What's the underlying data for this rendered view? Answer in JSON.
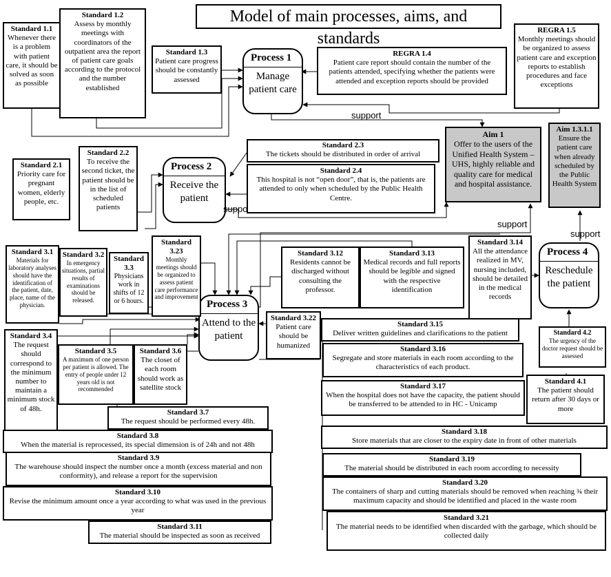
{
  "title": "Model of main processes, aims, and standards",
  "processes": {
    "p1": {
      "head": "Process 1",
      "text": "Manage patient care"
    },
    "p2": {
      "head": "Process 2",
      "text": "Receive the patient"
    },
    "p3": {
      "head": "Process 3",
      "text": "Attend to the patient"
    },
    "p4": {
      "head": "Process 4",
      "text": "Reschedule the patient"
    }
  },
  "aims": {
    "a1": {
      "head": "Aim 1",
      "text": "Offer to the users of the Unified Health System – UHS, highly reliable and quality care for medical and hospital assistance."
    },
    "a1311": {
      "head": "Aim 1.3.1.1",
      "text": "Ensure the patient care when already scheduled by the Public Health System"
    }
  },
  "labels": {
    "support1": "support",
    "support2": "support",
    "support3": "support",
    "support4": "support"
  },
  "standards": {
    "s1_1": {
      "head": "Standard 1.1",
      "text": "Whenever there is a problem with patient care, it should be solved as soon as possible"
    },
    "s1_2": {
      "head": "Standard 1.2",
      "text": "Assess by monthly meetings with coordinators of the outpatient area the report of patient care goals according to the protocol and the number established"
    },
    "s1_3": {
      "head": "Standard 1.3",
      "text": "Patient care progress should be constantly assessed"
    },
    "r1_4": {
      "head": "REGRA 1.4",
      "text": "Patient care report should contain the number of the patients attended, specifying whether the patients were attended and exception reports should be provided"
    },
    "r1_5": {
      "head": "REGRA 1.5",
      "text": "Monthly meetings should be organized to assess patient care and exception reports to establish procedures and face exceptions"
    },
    "s2_1": {
      "head": "Standard 2.1",
      "text": "Priority care for pregnant women, elderly people, etc."
    },
    "s2_2": {
      "head": "Standard 2.2",
      "text": "To receive the second ticket, the patient should be in the list of scheduled patients"
    },
    "s2_3": {
      "head": "Standard 2.3",
      "text": "The tickets should be distributed in order of arrival"
    },
    "s2_4": {
      "head": "Standard 2.4",
      "text": "This hospital is not “open door”, that is, the patients are attended to only when scheduled by the Public Health Centre."
    },
    "s3_1": {
      "head": "Standard 3.1",
      "text": "Materials for laboratory analyses should have the identification of the patient, date, place, name of the physician."
    },
    "s3_2": {
      "head": "Standard 3.2",
      "text": "In emergency situations, partial results of examinations should be released."
    },
    "s3_3": {
      "head": "Standard 3.3",
      "text": "Physicians work in shifts of 12 or 6 hours."
    },
    "s3_23": {
      "head": "Standard 3.23",
      "text": "Monthly meetings should be organized to assess patient care performance and improvement"
    },
    "s3_12": {
      "head": "Standard 3.12",
      "text": "Residents cannot be discharged without consulting the professor."
    },
    "s3_13": {
      "head": "Standard 3.13",
      "text": "Medical records and full reports should be legible and signed with the respective identification"
    },
    "s3_14": {
      "head": "Standard 3.14",
      "text": "All the attendance realized in MV, nursing included, should be detailed in the medical records"
    },
    "s3_22": {
      "head": "Standard 3.22",
      "text": "Patient care should be humanized"
    },
    "s3_4": {
      "head": "Standard 3.4",
      "text": "The request should correspond to the minimum number to maintain a minimum stock of 48h."
    },
    "s3_5": {
      "head": "Standard 3.5",
      "text": "A maximum of one person per patient is allowed. The entry of people under 12 years old is not recommended"
    },
    "s3_6": {
      "head": "Standard 3.6",
      "text": "The closet of each room should work as satellite stock"
    },
    "s3_7": {
      "head": "Standard 3.7",
      "text": "The request should be performed every 48h."
    },
    "s3_8": {
      "head": "Standard 3.8",
      "text": "When the material is reprocessed, its special dimension is of 24h and not 48h"
    },
    "s3_9": {
      "head": "Standard 3.9",
      "text": "The warehouse should inspect the number once a month (excess material and non conformity), and release a report for the supervision"
    },
    "s3_10": {
      "head": "Standard 3.10",
      "text": "Revise the minimum amount once a year according to what was used in the previous year"
    },
    "s3_11": {
      "head": "Standard 3.11",
      "text": "The material should be inspected as soon as received"
    },
    "s3_15": {
      "head": "Standard 3.15",
      "text": "Deliver written guidelines and clarifications to the patient"
    },
    "s3_16": {
      "head": "Standard 3.16",
      "text": "Segregate and store materials in each room according to the characteristics of each product."
    },
    "s3_17": {
      "head": "Standard 3.17",
      "text": "When the hospital does not have the capacity, the patient should be transferred to be attended to in HC - Unicamp"
    },
    "s3_18": {
      "head": "Standard 3.18",
      "text": "Store materials that are closer to the expiry date in front of other materials"
    },
    "s3_19": {
      "head": "Standard 3.19",
      "text": "The material should be distributed in each room according to necessity"
    },
    "s3_20": {
      "head": "Standard 3.20",
      "text": "The containers of sharp and cutting materials should be removed when reaching ¾ their maximum capacity and should be identified and placed in the waste room"
    },
    "s3_21": {
      "head": "Standard 3.21",
      "text": "The material needs to be identified when discarded with the garbage, which should be collected daily"
    },
    "s4_1": {
      "head": "Standard 4.1",
      "text": "The patient should return after 30 days or more"
    },
    "s4_2": {
      "head": "Standard 4.2",
      "text": "The urgency of the doctor request should be assessed"
    }
  }
}
